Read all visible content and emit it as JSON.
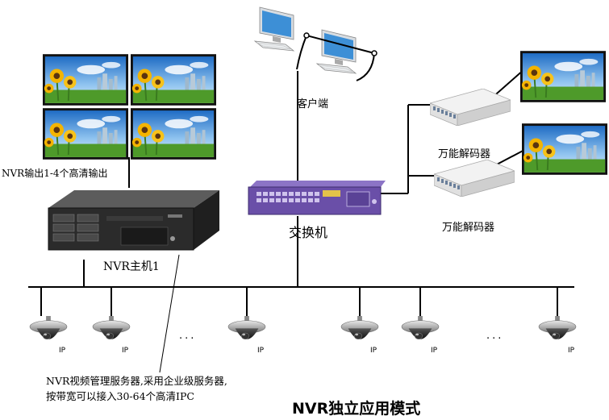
{
  "labels": {
    "nvr_output": "NVR输出1-4个高清输出",
    "client": "客户端",
    "decoder_1": "万能解码器",
    "decoder_2": "万能解码器",
    "switch": "交换机",
    "nvr_host": "NVR主机1",
    "nvr_description": "NVR视频管理服务器,采用企业级服务器,按带宽可以接入30-64个高清IPC",
    "title": "NVR独立应用模式",
    "ellipsis": "..."
  },
  "camera_tag": "IP",
  "colors": {
    "line": "#000000",
    "switch_body": "#6a4fa8",
    "server_body": "#2b2b2b",
    "sky": "#3f8fd8",
    "grass": "#4e9a2a"
  }
}
